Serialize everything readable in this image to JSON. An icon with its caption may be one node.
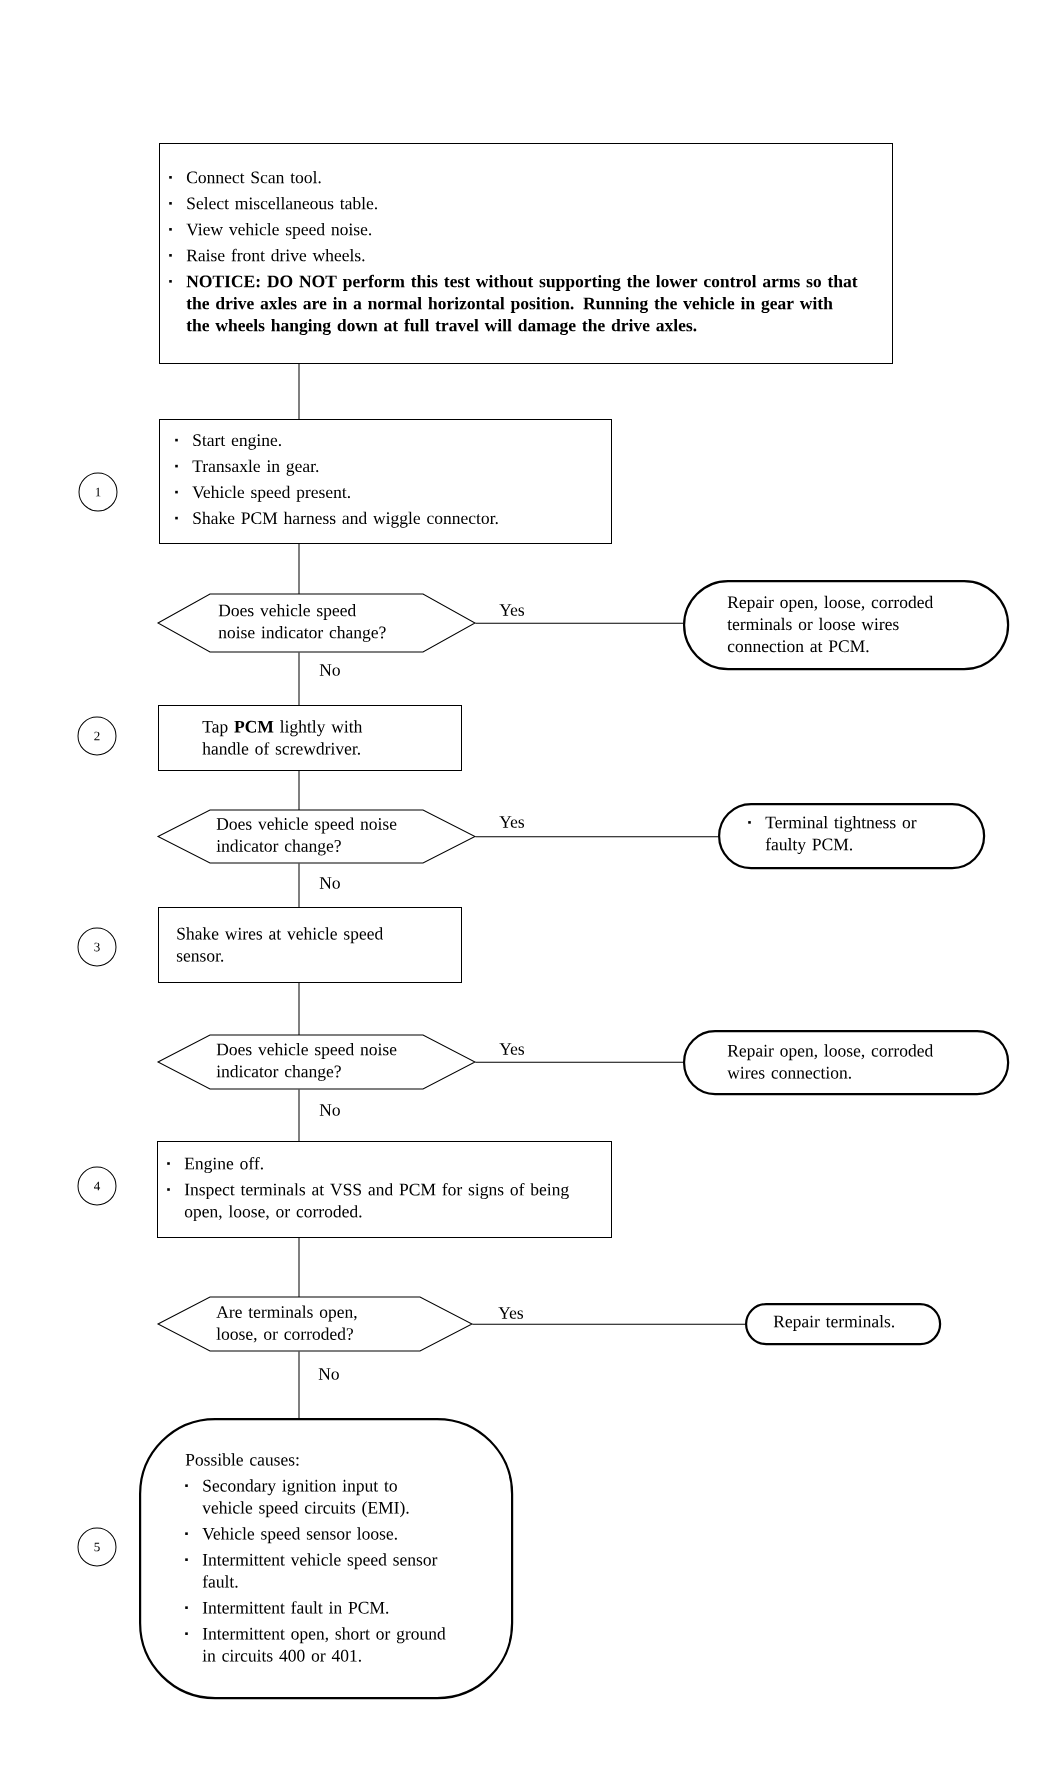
{
  "diagram": {
    "nodes": [
      {
        "text": [
          "Connect Scan tool.",
          "Select miscellaneous table.",
          "View vehicle speed noise.",
          "Raise front drive wheels.",
          "NOTICE: DO NOT perform this test without supporting the lower control arms so that the drive axles are in a normal horizontal position. Running the vehicle in gear with the wheels hanging down at full travel will damage the drive axles."
        ]
      },
      {
        "text": [
          "1"
        ]
      },
      {
        "text": [
          "Start engine.",
          "Transaxle in gear.",
          "Vehicle speed present.",
          "Shake PCM harness and wiggle connector."
        ]
      },
      {
        "text": [
          "Does vehicle speed noise indicator change?"
        ]
      },
      {
        "text": [
          "Repair open, loose, corroded terminals or loose wires connection at PCM."
        ]
      },
      {
        "text": [
          "2"
        ]
      },
      {
        "text": [
          "Tap **PCM** lightly with handle of screwdriver."
        ]
      },
      {
        "text": [
          "Does vehicle speed noise indicator change?"
        ]
      },
      {
        "text": [
          "Terminal tightness or faulty PCM."
        ]
      },
      {
        "text": [
          "3"
        ]
      },
      {
        "text": [
          "Shake wires at vehicle speed sensor."
        ]
      },
      {
        "text": [
          "Does vehicle speed noise indicator change?"
        ]
      },
      {
        "text": [
          "Repair open, loose, corroded wires connection."
        ]
      },
      {
        "text": [
          "4"
        ]
      },
      {
        "text": [
          "Engine off.",
          "Inspect terminals at VSS and PCM for signs of being open, loose, or corroded."
        ]
      },
      {
        "text": [
          "Are terminals open, loose, or corroded?"
        ]
      },
      {
        "text": [
          "Repair terminals."
        ]
      },
      {
        "text": [
          "5"
        ]
      },
      {
        "text": [
          "Possible causes:",
          "Secondary ignition input to vehicle speed circuits (EMI).",
          "Vehicle speed sensor loose.",
          "Intermittent vehicle speed sensor fault.",
          "Intermittent fault in PCM.",
          "Intermittent open, short or ground in circuits 400 or 401."
        ]
      }
    ],
    "edges": [
      {
        "from": 0,
        "to": 2,
        "arrow": "none"
      },
      {
        "from": 2,
        "to": 3,
        "arrow": "none"
      },
      {
        "from": 3,
        "to": 4,
        "arrow": "none",
        "label": "Yes"
      },
      {
        "from": 3,
        "to": 6,
        "arrow": "none",
        "label": "No"
      },
      {
        "from": 6,
        "to": 7,
        "arrow": "none"
      },
      {
        "from": 7,
        "to": 8,
        "arrow": "none",
        "label": "Yes"
      },
      {
        "from": 7,
        "to": 10,
        "arrow": "none",
        "label": "No"
      },
      {
        "from": 10,
        "to": 11,
        "arrow": "none"
      },
      {
        "from": 11,
        "to": 12,
        "arrow": "none",
        "label": "Yes"
      },
      {
        "from": 11,
        "to": 14,
        "arrow": "none",
        "label": "No"
      },
      {
        "from": 14,
        "to": 15,
        "arrow": "none"
      },
      {
        "from": 15,
        "to": 16,
        "arrow": "none",
        "label": "Yes"
      },
      {
        "from": 15,
        "to": 18,
        "arrow": "none",
        "label": "No"
      }
    ]
  }
}
